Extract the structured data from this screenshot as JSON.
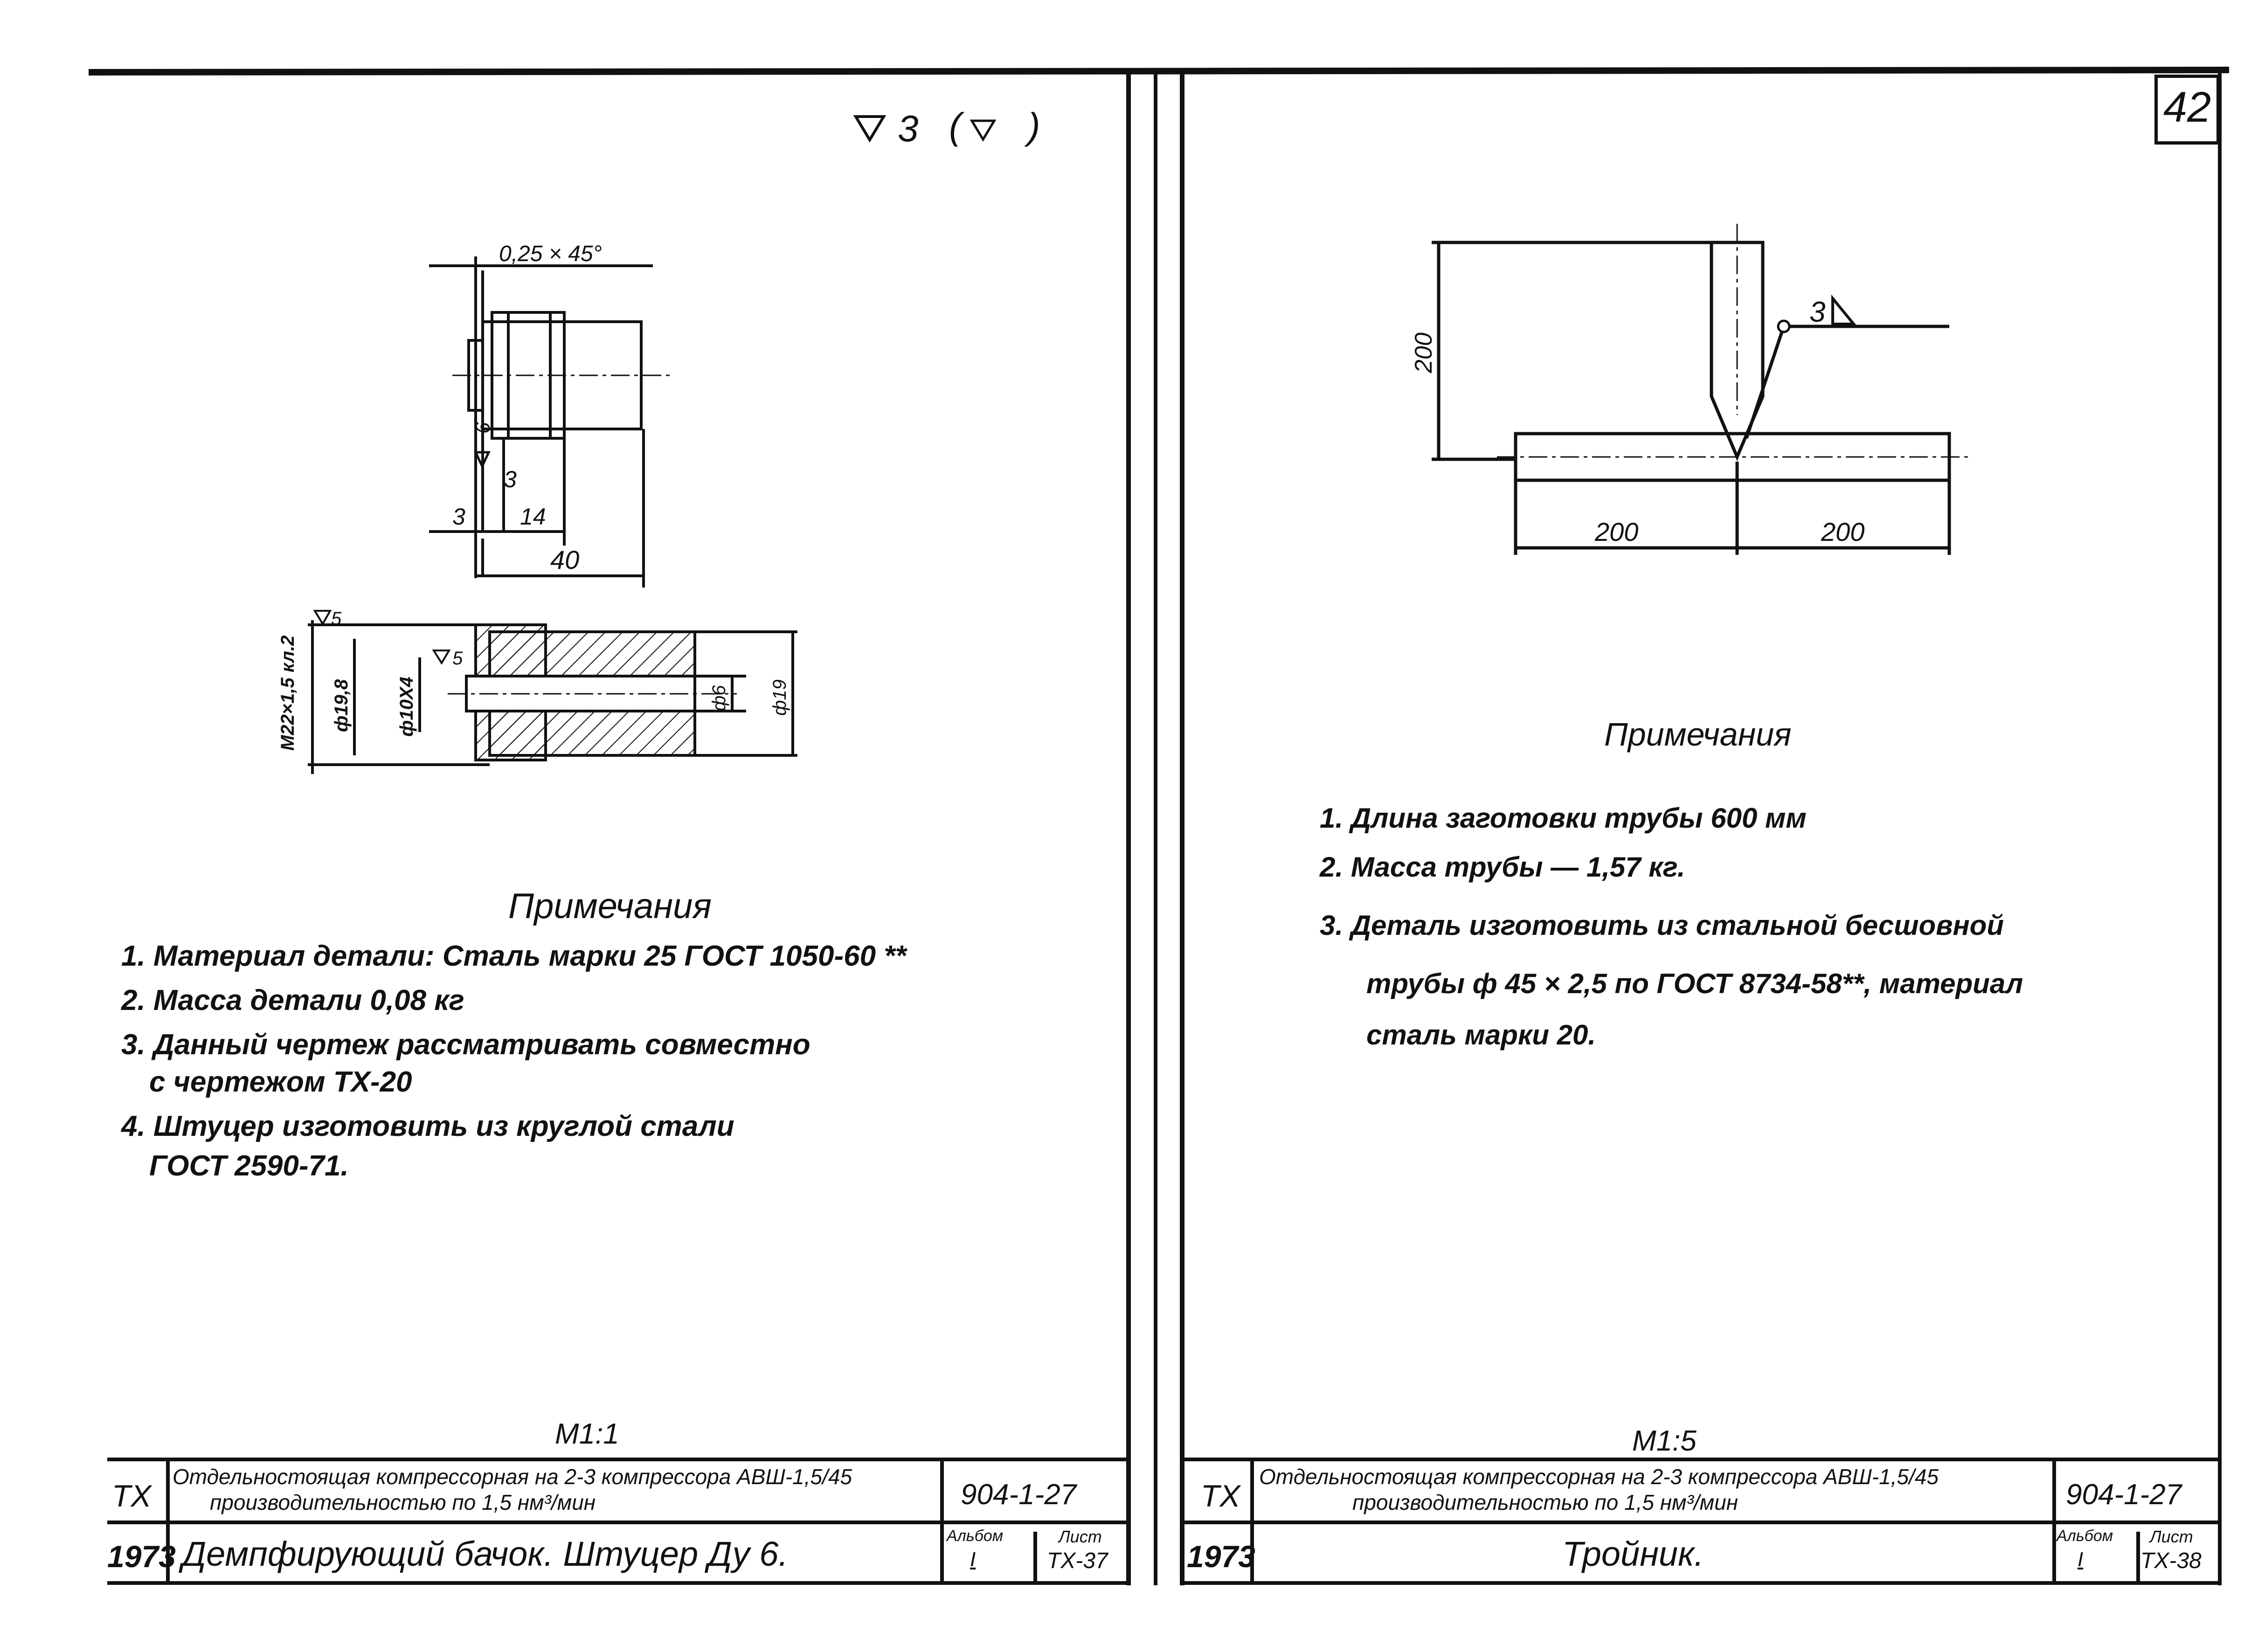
{
  "page_number": "42",
  "left_sheet": {
    "roughness_mark": "3",
    "roughness_mark_paren": "( )",
    "part_top_dims": {
      "chamfer": "0,25 × 45°",
      "d6": "6",
      "d3a": "3",
      "d3b": "3",
      "d14": "14",
      "d40": "40"
    },
    "section_dims": {
      "thread": "M22×1,5 кл.2",
      "dia_thread": "ф19,8",
      "dia_bore": "ф10Х4",
      "dia6": "ф6",
      "dia19": "ф19",
      "rough5a": "5",
      "rough5b": "5"
    },
    "notes_title": "Примечания",
    "notes": [
      "1. Материал детали: Сталь марки 25 ГОСТ 1050-60 **",
      "2. Масса детали 0,08 кг",
      "3. Данный чертеж рассматривать совместно",
      "с чертежом ТХ-20",
      "4. Штуцер изготовить из круглой стали",
      "ГОСТ 2590-71."
    ],
    "scale": "М1:1",
    "title_block": {
      "code": "ТХ",
      "year": "1973",
      "project": "Отдельностоящая компрессорная на 2-3 компрессора АВШ-1,5/45",
      "project_line2": "производительностью по 1,5 нм³/мин",
      "doc_no": "904-1-27",
      "name": "Демпфирующий бачок. Штуцер Ду 6.",
      "album_label": "Альбом",
      "album_value": "I",
      "sheet_label": "Лист",
      "sheet_value": "ТХ-37"
    }
  },
  "right_sheet": {
    "dims": {
      "height": "200",
      "left": "200",
      "right": "200",
      "weld": "3"
    },
    "notes_title": "Примечания",
    "notes": [
      "1. Длина заготовки трубы 600 мм",
      "2. Масса трубы — 1,57 кг.",
      "3. Деталь изготовить из стальной бесшовной",
      "трубы ф 45 × 2,5 по ГОСТ 8734-58**, материал",
      "сталь марки 20."
    ],
    "scale": "М1:5",
    "title_block": {
      "code": "ТХ",
      "year": "1973",
      "project": "Отдельностоящая компрессорная на 2-3 компрессора АВШ-1,5/45",
      "project_line2": "производительностью по 1,5 нм³/мин",
      "doc_no": "904-1-27",
      "name": "Тройник.",
      "album_label": "Альбом",
      "album_value": "I",
      "sheet_label": "Лист",
      "sheet_value": "ТХ-38"
    }
  },
  "colors": {
    "ink": "#111111",
    "paper": "#ffffff"
  }
}
